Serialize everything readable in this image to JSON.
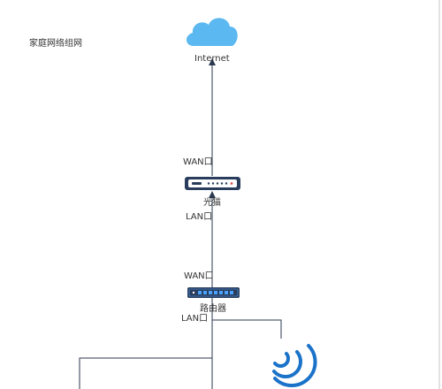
{
  "page": {
    "title": "家庭网络组网"
  },
  "nodes": {
    "internet": {
      "label": "Internet",
      "icon": "cloud-icon",
      "color": "#5bb8f0"
    },
    "modem": {
      "label": "光猫",
      "icon": "modem-icon",
      "color": "#2a3d5c"
    },
    "router": {
      "label": "路由器",
      "icon": "switch-router-icon",
      "color": "#2a3d5c"
    },
    "wifi": {
      "icon": "wifi-signal-icon",
      "color": "#1a73c9"
    }
  },
  "ports": {
    "modem_wan": "WAN口",
    "modem_lan": "LAN口",
    "router_wan": "WAN口",
    "router_lan": "LAN口"
  },
  "colors": {
    "connector": "#2b3a4f",
    "accent": "#4aa3ff"
  }
}
